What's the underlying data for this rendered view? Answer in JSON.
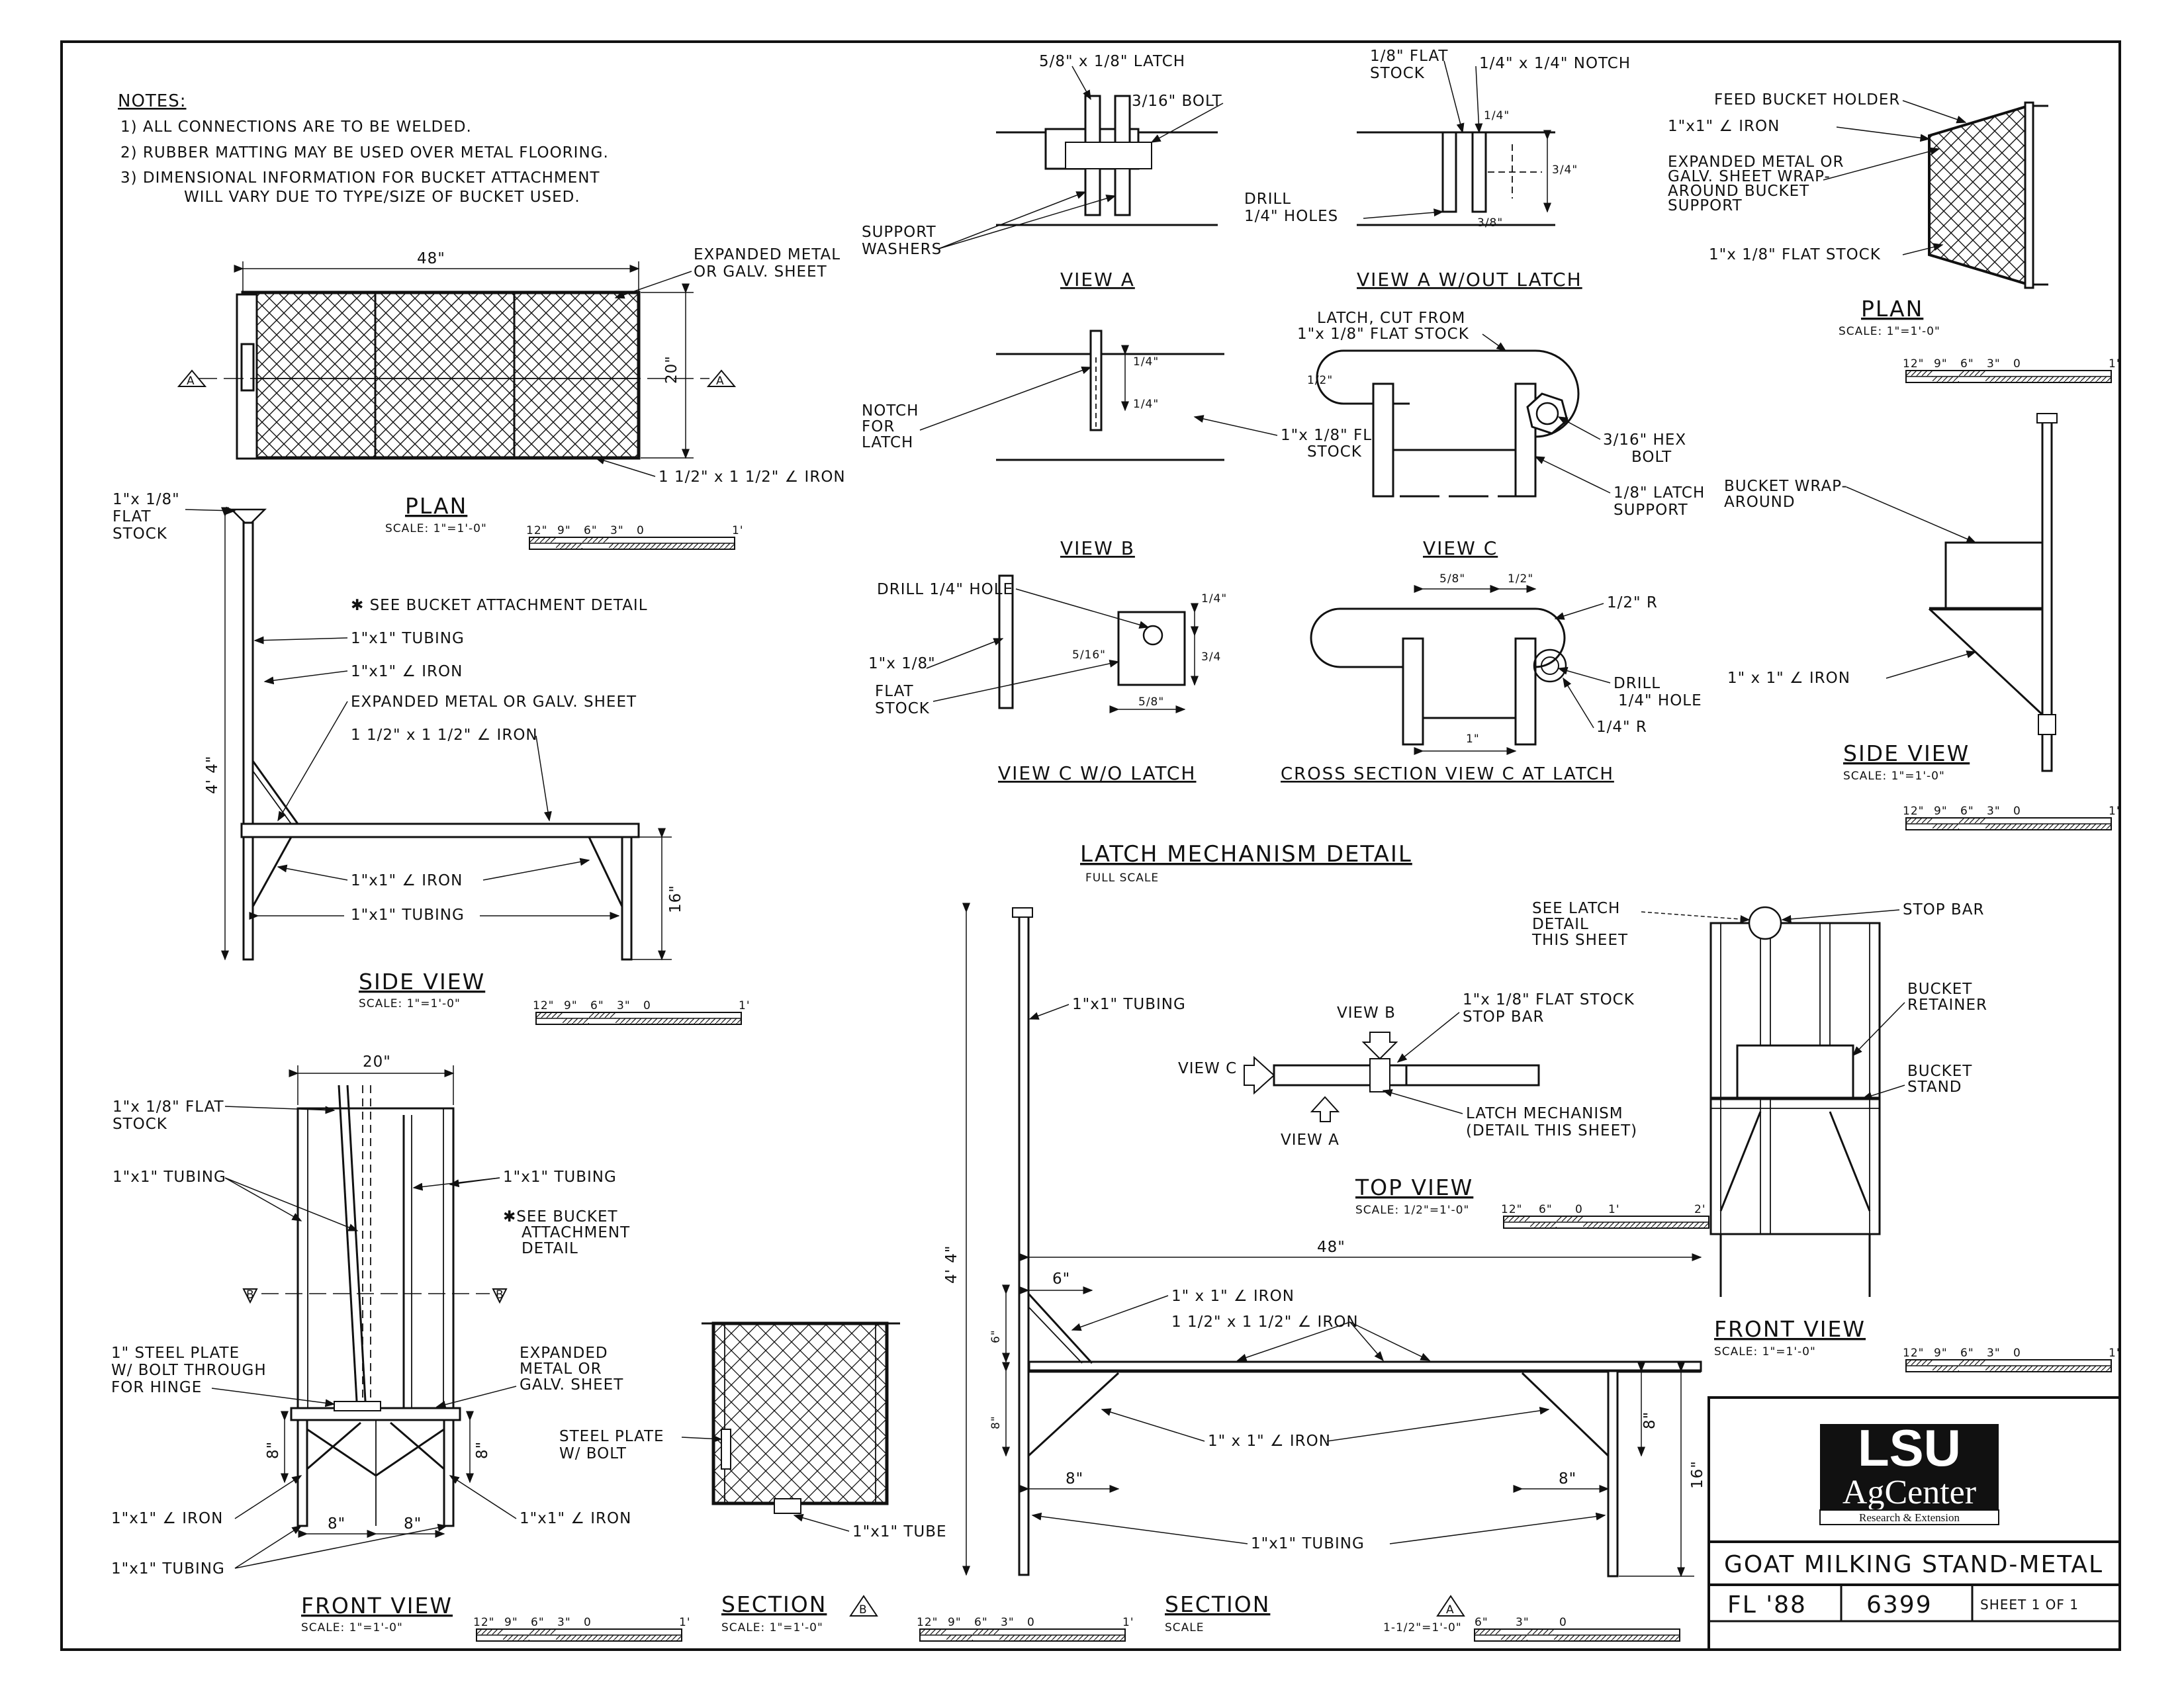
{
  "notes": {
    "heading": "NOTES:",
    "items": [
      "1) ALL CONNECTIONS ARE TO BE WELDED.",
      "2) RUBBER MATTING MAY BE USED OVER METAL FLOORING.",
      "3) DIMENSIONAL INFORMATION FOR BUCKET ATTACHMENT",
      "WILL VARY DUE TO TYPE/SIZE OF BUCKET USED."
    ]
  },
  "plan_view": {
    "title": "PLAN",
    "scale": "SCALE: 1\"=1'-0\"",
    "width_dim": "48\"",
    "height_dim": "20\"",
    "section_mark": "A",
    "labels": [
      "EXPANDED METAL",
      "OR GALV. SHEET",
      "1 1/2\" x 1 1/2\" ∠ IRON"
    ]
  },
  "side_view": {
    "title": "SIDE VIEW",
    "scale": "SCALE: 1\"=1'-0\"",
    "labels": [
      "1\"x 1/8\"",
      "FLAT",
      "STOCK",
      "✱ SEE BUCKET ATTACHMENT DETAIL",
      "1\"x1\" TUBING",
      "1\"x1\" ∠ IRON",
      "EXPANDED METAL OR GALV. SHEET",
      "1 1/2\" x 1 1/2\" ∠ IRON",
      "1\"x1\" ∠ IRON",
      "1\"x1\" TUBING"
    ],
    "dims": [
      "4' 4\"",
      "16\""
    ]
  },
  "front_view_left": {
    "title": "FRONT VIEW",
    "scale": "SCALE: 1\"=1'-0\"",
    "dims": [
      "20\"",
      "8\"",
      "8\"",
      "8\"",
      "8\""
    ],
    "section_mark": "B",
    "labels": [
      "1\"x 1/8\" FLAT",
      "STOCK",
      "1\"x1\" TUBING",
      "1\"x1\" TUBING",
      "✱SEE BUCKET",
      "ATTACHMENT",
      "DETAIL",
      "1\" STEEL PLATE",
      "W/ BOLT THROUGH",
      "FOR HINGE",
      "EXPANDED",
      "METAL OR",
      "GALV. SHEET",
      "1\"x1\" ∠ IRON",
      "1\"x1\" ∠ IRON",
      "1\"x1\" TUBING"
    ]
  },
  "section_b": {
    "title": "SECTION",
    "mark": "B",
    "scale": "SCALE: 1\"=1'-0\"",
    "labels": [
      "STEEL PLATE",
      "W/ BOLT",
      "1\"x1\" TUBE"
    ]
  },
  "latch_views": {
    "view_a": {
      "title": "VIEW A",
      "labels": [
        "5/8\" x 1/8\" LATCH",
        "3/16\" BOLT",
        "SUPPORT",
        "WASHERS",
        "DRILL",
        "1/4\" HOLES"
      ]
    },
    "view_a_wo": {
      "title": "VIEW A W/OUT LATCH",
      "labels": [
        "1/8\" FLAT",
        "STOCK",
        "1/4\" x 1/4\" NOTCH",
        "1/4\"",
        "3/4\"",
        "3/8\""
      ]
    },
    "view_b": {
      "title": "VIEW B",
      "labels": [
        "NOTCH",
        "FOR",
        "LATCH",
        "1/4\"",
        "1/4\"",
        "1\"x 1/8\" FLAT",
        "STOCK"
      ]
    },
    "view_c": {
      "title": "VIEW C",
      "labels": [
        "LATCH, CUT FROM",
        "1\"x 1/8\" FLAT STOCK",
        "1/2\"",
        "3/16\" HEX",
        "BOLT",
        "1/8\" LATCH",
        "SUPPORT"
      ]
    },
    "view_c_wo": {
      "title": "VIEW C W/O LATCH",
      "labels": [
        "DRILL 1/4\" HOLE",
        "1\"x 1/8\"",
        "FLAT",
        "STOCK",
        "1/4\"",
        "3/4",
        "5/16\"",
        "5/8\""
      ]
    },
    "cross_section": {
      "title": "CROSS SECTION VIEW C AT LATCH",
      "labels": [
        "5/8\"",
        "1/2\"",
        "1/2\" R",
        "DRILL",
        "1/4\" HOLE",
        "1/4\" R",
        "1\""
      ]
    },
    "detail_title": "LATCH MECHANISM DETAIL",
    "detail_scale": "FULL SCALE"
  },
  "bucket_plan": {
    "title": "PLAN",
    "scale": "SCALE: 1\"=1'-0\"",
    "labels": [
      "FEED BUCKET HOLDER",
      "1\"x1\" ∠ IRON",
      "EXPANDED METAL OR",
      "GALV. SHEET WRAP-",
      "AROUND BUCKET",
      "SUPPORT",
      "1\"x 1/8\" FLAT STOCK"
    ]
  },
  "bucket_side": {
    "title": "SIDE VIEW",
    "scale": "SCALE: 1\"=1'-0\"",
    "labels": [
      "BUCKET WRAP-",
      "AROUND",
      "1\" x 1\" ∠ IRON"
    ]
  },
  "top_view": {
    "title": "TOP VIEW",
    "scale": "SCALE: 1/2\"=1'-0\"",
    "labels": [
      "VIEW B",
      "VIEW C",
      "VIEW A",
      "1\"x 1/8\" FLAT STOCK",
      "STOP BAR",
      "LATCH MECHANISM",
      "(DETAIL THIS SHEET)"
    ]
  },
  "front_view_right": {
    "title": "FRONT VIEW",
    "scale": "SCALE: 1\"=1'-0\"",
    "labels": [
      "SEE LATCH",
      "DETAIL",
      "THIS SHEET",
      "STOP BAR",
      "BUCKET",
      "RETAINER",
      "BUCKET",
      "STAND"
    ]
  },
  "section_a": {
    "title": "SECTION",
    "mark": "A",
    "scale": "SCALE",
    "scale_value": "1-1/2\"=1'-0\"",
    "dims": [
      "48\"",
      "6\"",
      "4' 4\"",
      "6\"",
      "8\"",
      "8\"",
      "8\"",
      "8\"",
      "16\""
    ],
    "labels": [
      "1\"x1\" TUBING",
      "1\" x 1\" ∠ IRON",
      "1 1/2\" x 1 1/2\" ∠ IRON",
      "1\" x 1\" ∠ IRON",
      "1\"x1\" TUBING"
    ]
  },
  "scale_bar": {
    "t1": "12\"",
    "t2": "9\"",
    "t3": "6\"",
    "t4": "3\"",
    "t5": "0",
    "t6": "1'"
  },
  "scale_bar_half": {
    "t1": "12\"",
    "t2": "6\"",
    "t3": "0",
    "t4": "1'",
    "t5": "2'"
  },
  "scale_bar_a": {
    "t1": "6\"",
    "t2": "3\"",
    "t3": "0"
  },
  "title_block": {
    "logo_main": "LSU",
    "logo_sub": "AgCenter",
    "logo_tag": "Research & Extension",
    "drawing_title": "GOAT MILKING STAND-METAL",
    "code": "FL '88",
    "number": "6399",
    "sheet": "SHEET 1 OF 1"
  }
}
